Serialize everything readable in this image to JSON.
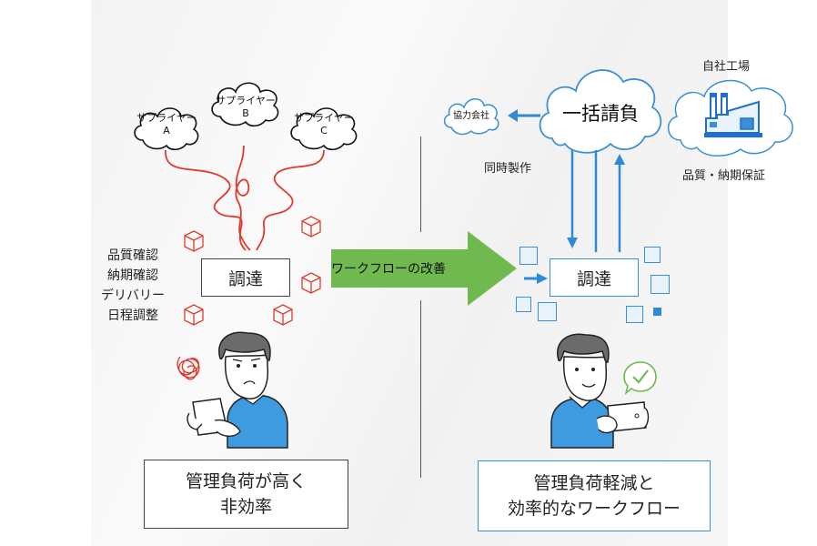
{
  "colors": {
    "red": "#e03a2f",
    "blue": "#2f8ad6",
    "green": "#6fb94e",
    "light_blue_fill": "#e8f2fb",
    "shirt_blue": "#3f9be0"
  },
  "left": {
    "suppliers": [
      {
        "line1": "サプライヤー",
        "line2": "A"
      },
      {
        "line1": "サプライヤー",
        "line2": "B"
      },
      {
        "line1": "サプライヤー",
        "line2": "C"
      }
    ],
    "tasks": [
      "品質確認",
      "納期確認",
      "デリバリー",
      "日程調整"
    ],
    "procurement_label": "調達",
    "result": {
      "line1": "管理負荷が高く",
      "line2": "非効率"
    }
  },
  "transition": {
    "label": "ワークフローの改善"
  },
  "right": {
    "main_cloud_label": "一括請負",
    "partner_label": "協力会社",
    "simultaneous_label": "同時製作",
    "factory": {
      "title": "自社工場",
      "caption": "品質・納期保証"
    },
    "procurement_label": "調達",
    "result": {
      "line1": "管理負荷軽減と",
      "line2": "効率的なワークフロー"
    }
  }
}
